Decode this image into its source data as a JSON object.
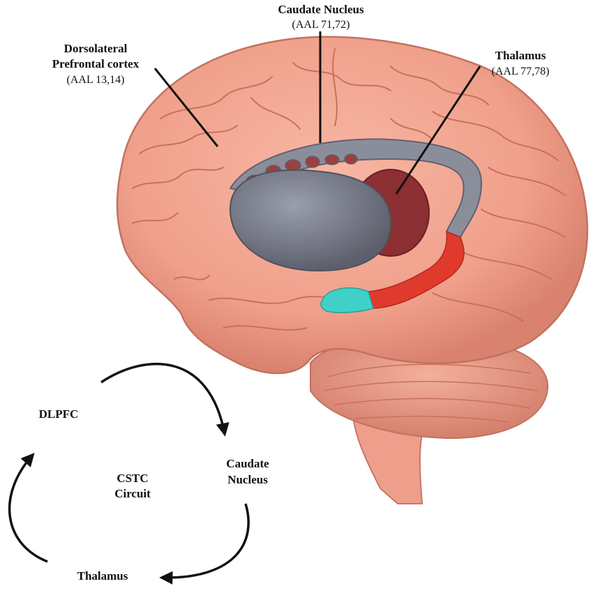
{
  "labels": {
    "caudate_title": "Caudate Nucleus",
    "caudate_aal": "(AAL 71,72)",
    "dlpfc_title_1": "Dorsolateral",
    "dlpfc_title_2": "Prefrontal cortex",
    "dlpfc_aal": "(AAL 13,14)",
    "thalamus_title": "Thalamus",
    "thalamus_aal": "(AAL 77,78)"
  },
  "circuit": {
    "node_dlpfc": "DLPFC",
    "node_caudate_1": "Caudate",
    "node_caudate_2": "Nucleus",
    "node_thalamus": "Thalamus",
    "center_1": "CSTC",
    "center_2": "Circuit"
  },
  "colors": {
    "brain": "#f2a894",
    "brain_dark": "#c9766a",
    "caudate": "#7b7f8c",
    "thalamus": "#8c2f33",
    "tail_red": "#e03a2c",
    "amygdala": "#3fd1c8",
    "arrow": "#111111"
  }
}
